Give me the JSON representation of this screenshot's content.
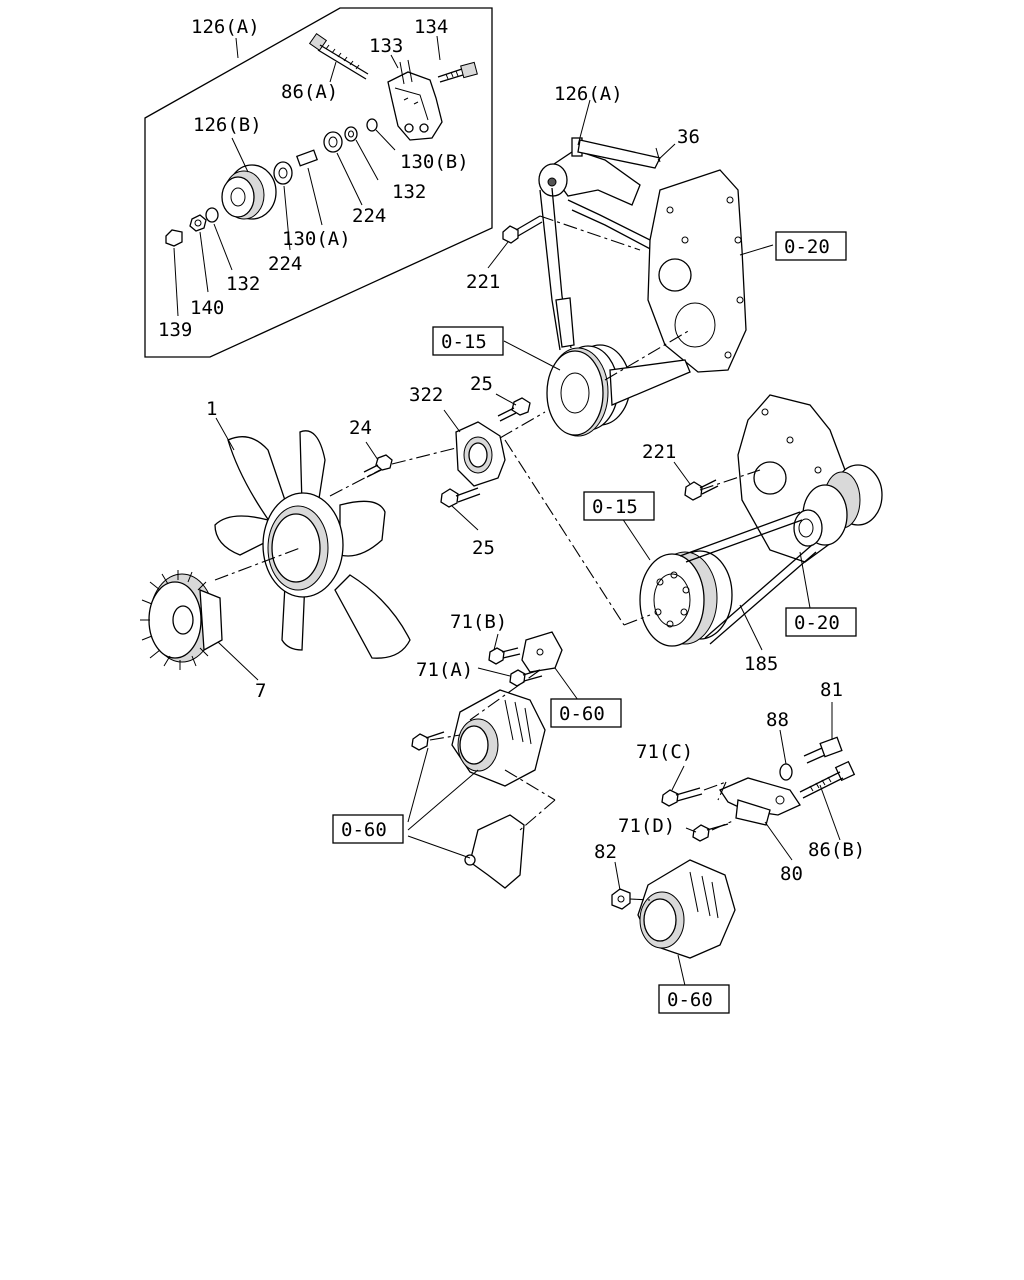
{
  "labels": {
    "l126A_top": "126(A)",
    "l134": "134",
    "l133": "133",
    "l86A": "86(A)",
    "l126B": "126(B)",
    "l130B": "130(B)",
    "l132a": "132",
    "l224a": "224",
    "l130A": "130(A)",
    "l224b": "224",
    "l132b": "132",
    "l140": "140",
    "l139": "139",
    "l126A_mid": "126(A)",
    "l36": "36",
    "l221a": "221",
    "l1": "1",
    "l24": "24",
    "l322": "322",
    "l25a": "25",
    "l25b": "25",
    "l221b": "221",
    "l7": "7",
    "l71B": "71(B)",
    "l71A": "71(A)",
    "l185": "185",
    "l81": "81",
    "l88": "88",
    "l71C": "71(C)",
    "l71D": "71(D)",
    "l82": "82",
    "l86B": "86(B)",
    "l80": "80"
  },
  "references": {
    "r020a": "0-20",
    "r015a": "0-15",
    "r015b": "0-15",
    "r020b": "0-20",
    "r060a": "0-60",
    "r060b": "0-60",
    "r060c": "0-60"
  }
}
